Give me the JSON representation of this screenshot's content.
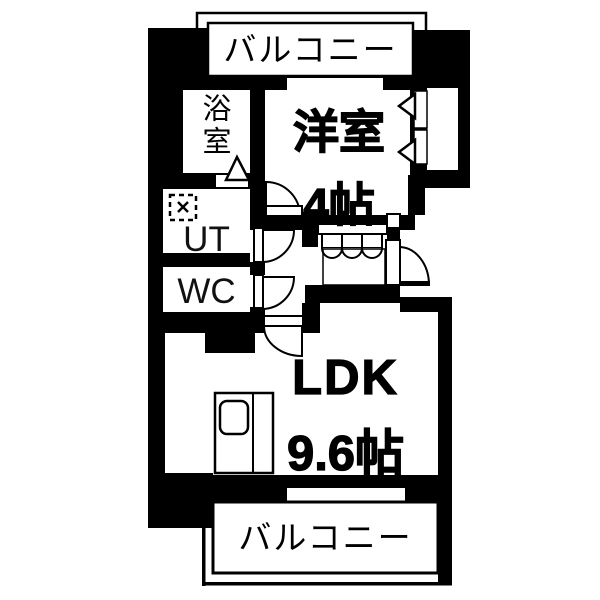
{
  "floorplan": {
    "rooms": {
      "balcony_top": {
        "label": "バルコニー"
      },
      "bath": {
        "label": "浴室"
      },
      "western_room": {
        "label": "洋室",
        "size": "4帖"
      },
      "utility": {
        "label": "UT"
      },
      "toilet": {
        "label": "WC"
      },
      "ldk": {
        "label": "LDK",
        "size": "9.6帖"
      },
      "balcony_bottom": {
        "label": "バルコニー"
      }
    },
    "icons": {
      "washing_machine_area": "dashed-square-x",
      "bath_door": "triangle",
      "kitchen_sink": "rounded-rect",
      "door_swing": "quarter-arc",
      "closet_folding_door": "scalloped-arcs",
      "window_opening": "triangle-arrow"
    },
    "colors": {
      "wall": "#000000",
      "floor": "#ffffff"
    }
  }
}
